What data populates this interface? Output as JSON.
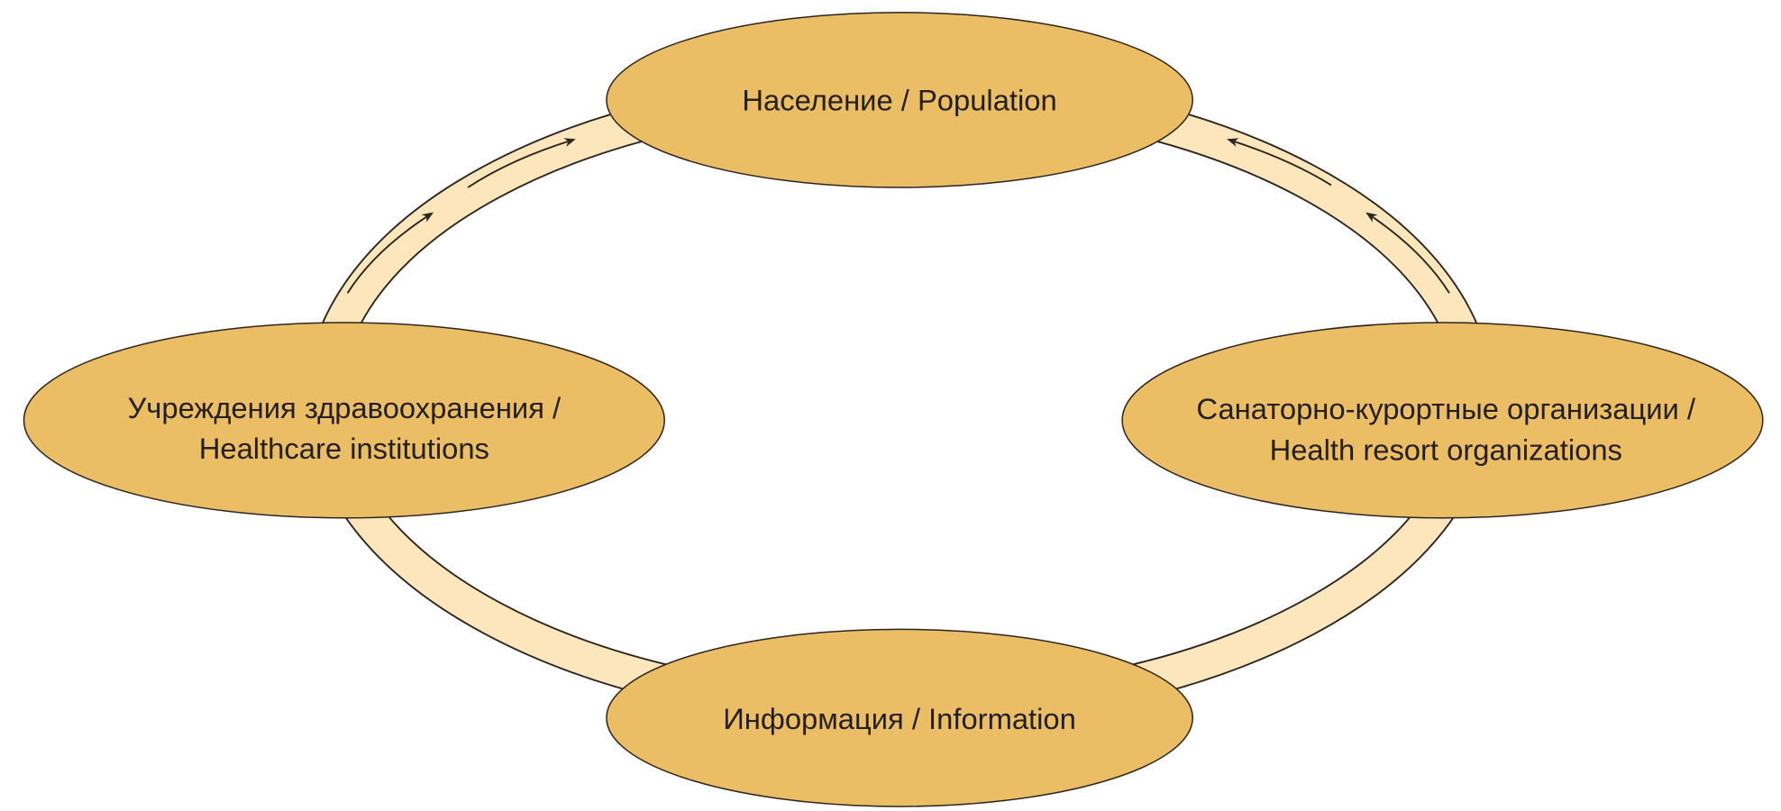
{
  "colors": {
    "node_fill": "#ebbe66",
    "ring_fill": "#fde6bb",
    "outline": "#2b2520"
  },
  "nodes": {
    "population": {
      "label": "Население / Population"
    },
    "healthcare": {
      "line1": "Учреждения здравоохранения /",
      "line2": "Healthcare institutions"
    },
    "resorts": {
      "line1": "Санаторно-курортные организации /",
      "line2": "Health resort organizations"
    },
    "information": {
      "label": "Информация / Information"
    }
  }
}
